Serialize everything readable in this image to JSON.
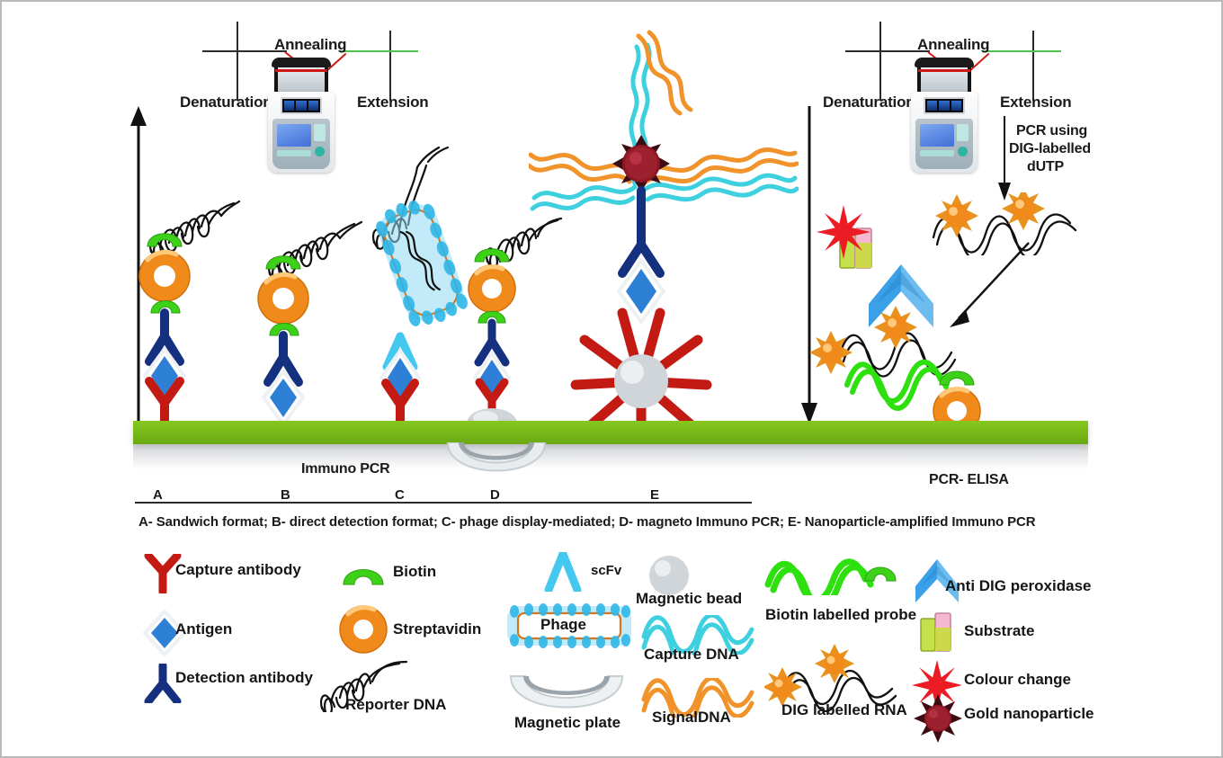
{
  "figure": {
    "title": "Immuno PCR and PCR-ELISA schematic",
    "accent_green": "#7ab51d",
    "accent_orange": "#f08a1a",
    "accent_red": "#c41a14",
    "accent_blue": "#1b3a93",
    "accent_cyan": "#38c0d8",
    "background": "#ffffff"
  },
  "thermocycler_left": {
    "denaturation_label": "Denaturation",
    "annealing_label": "Annealing",
    "extension_label": "Extension"
  },
  "thermocycler_right": {
    "denaturation_label": "Denaturation",
    "annealing_label": "Annealing",
    "extension_label": "Extension",
    "pcr_note_line1": "PCR using",
    "pcr_note_line2": "DIG-labelled",
    "pcr_note_line3": "dUTP"
  },
  "sections": {
    "left_label": "Immuno PCR",
    "right_label": "PCR- ELISA"
  },
  "format_axis": {
    "ticks": [
      "A",
      "B",
      "C",
      "D",
      "E"
    ],
    "caption": "A- Sandwich format; B- direct detection format; C- phage display-mediated; D- magneto Immuno PCR; E- Nanoparticle-amplified Immuno PCR"
  },
  "legend": {
    "column1": [
      {
        "icon": "capture-antibody-icon",
        "label": "Capture antibody"
      },
      {
        "icon": "antigen-icon",
        "label": "Antigen"
      },
      {
        "icon": "detection-antibody-icon",
        "label": "Detection antibody"
      }
    ],
    "column2": [
      {
        "icon": "biotin-icon",
        "label": "Biotin"
      },
      {
        "icon": "streptavidin-icon",
        "label": "Streptavidin"
      },
      {
        "icon": "reporter-dna-icon",
        "label": "Reporter DNA"
      }
    ],
    "column3": [
      {
        "icon": "scfv-icon",
        "label": "scFv"
      },
      {
        "icon": "phage-icon",
        "label": "Phage"
      },
      {
        "icon": "magnetic-plate-icon",
        "label": "Magnetic plate"
      }
    ],
    "column4": [
      {
        "icon": "magnetic-bead-icon",
        "label": "Magnetic bead"
      },
      {
        "icon": "capture-dna-icon",
        "label": "Capture DNA"
      },
      {
        "icon": "signal-dna-icon",
        "label": "SignalDNA"
      }
    ],
    "column5": [
      {
        "icon": "biotin-labelled-probe-icon",
        "label": "Biotin labelled probe"
      },
      {
        "icon": "dig-labelled-rna-icon",
        "label": "DIG labelled RNA"
      }
    ],
    "column6": [
      {
        "icon": "anti-dig-peroxidase-icon",
        "label": "Anti DIG peroxidase"
      },
      {
        "icon": "substrate-icon",
        "label": "Substrate"
      },
      {
        "icon": "colour-change-icon",
        "label": "Colour change"
      },
      {
        "icon": "gold-nanoparticle-icon",
        "label": "Gold nanoparticle"
      }
    ]
  }
}
